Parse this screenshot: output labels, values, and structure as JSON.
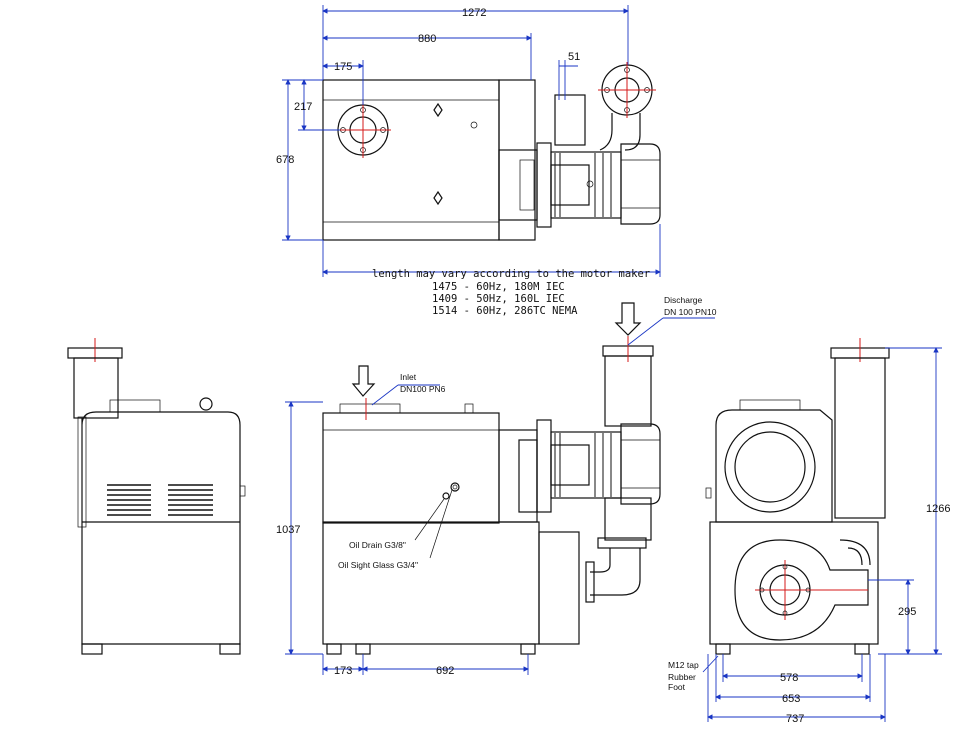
{
  "dimensions": {
    "top_overall_width": "1272",
    "top_inlet_offset": "880",
    "top_flange_offset": "175",
    "top_gap": "51",
    "top_flange_drop": "217",
    "top_height": "678",
    "front_height": "1037",
    "front_foot_offset": "173",
    "front_foot_spacing": "692",
    "side_height": "1266",
    "side_outlet_height": "295",
    "side_foot_spacing": "578",
    "side_width_inner": "653",
    "side_width_overall": "737"
  },
  "notes": {
    "motor_length_line1": "length may vary according to the motor maker",
    "motor_length_line2": "1475 - 60Hz, 180M IEC",
    "motor_length_line3": "1409 - 50Hz, 160L IEC",
    "motor_length_line4": "1514 - 60Hz, 286TC NEMA",
    "discharge_label": "Discharge",
    "discharge_spec": "DN 100 PN10",
    "inlet_label": "Inlet",
    "inlet_spec": "DN100 PN6",
    "oil_drain": "Oil Drain G3/8\"",
    "oil_sight": "Oil Sight Glass G3/4\"",
    "tap_label": "M12 tap",
    "foot_label_1": "Rubber",
    "foot_label_2": "Foot"
  },
  "colors": {
    "outline": "#111111",
    "dimension_line": "#1a36c4",
    "centerline": "#d41a1a"
  }
}
